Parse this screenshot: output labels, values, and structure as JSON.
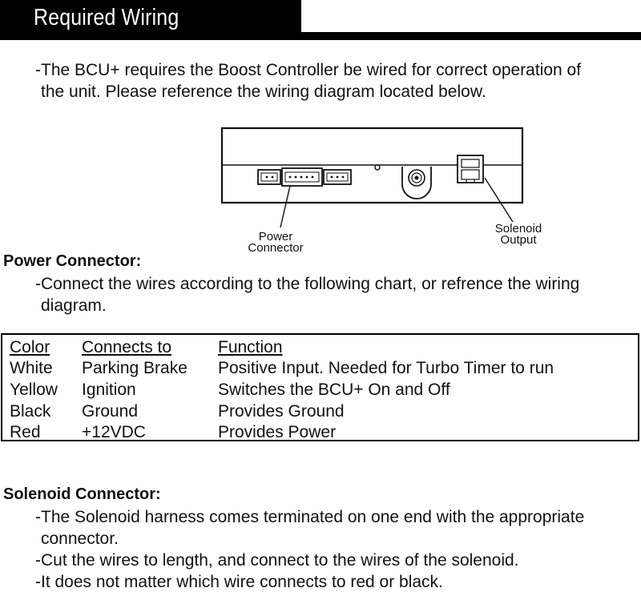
{
  "header": {
    "title": "Required Wiring"
  },
  "intro": {
    "line1": "-The BCU+ requires the Boost Controller be wired for correct operation of",
    "line2": "the unit.  Please reference the wiring diagram located below."
  },
  "diagram": {
    "power_label_1": "Power",
    "power_label_2": "Connector",
    "solenoid_label_1": "Solenoid",
    "solenoid_label_2": "Output"
  },
  "power_connector": {
    "heading": "Power Connector:",
    "line1": "-Connect the wires according to the following chart, or refrence the wiring",
    "line2": "diagram."
  },
  "wiring_table": {
    "headers": [
      "Color",
      "Connects to",
      "Function"
    ],
    "rows": [
      [
        "White",
        "Parking Brake",
        "Positive Input.  Needed for Turbo Timer to run"
      ],
      [
        "Yellow",
        "Ignition",
        "Switches the BCU+ On and Off"
      ],
      [
        "Black",
        "Ground",
        "Provides Ground"
      ],
      [
        "Red",
        "+12VDC",
        "Provides Power"
      ]
    ]
  },
  "solenoid_connector": {
    "heading": "Solenoid Connector:",
    "line1": "-The Solenoid harness comes terminated on one end with the appropriate",
    "line2": "connector.",
    "line3": "-Cut the wires to length, and connect to the wires of the solenoid.",
    "line4": "-It does not matter which wire connects to red or black."
  }
}
